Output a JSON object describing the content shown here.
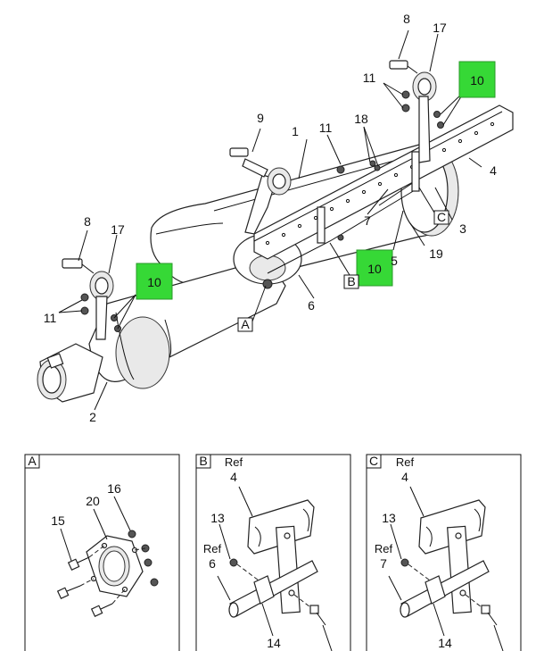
{
  "callouts": {
    "c1": "1",
    "c2": "2",
    "c3": "3",
    "c4": "4",
    "c5": "5",
    "c6": "6",
    "c7": "7",
    "c8a": "8",
    "c8b": "8",
    "c9": "9",
    "c10a": "10",
    "c10b": "10",
    "c10c": "10",
    "c11a": "11",
    "c11b": "11",
    "c11c": "11",
    "c17a": "17",
    "c17b": "17",
    "c18": "18",
    "c19": "19"
  },
  "view_labels": {
    "a": "A",
    "b": "B",
    "c": "C"
  },
  "detail_a": {
    "tag": "A",
    "c15": "15",
    "c16": "16",
    "c20": "20"
  },
  "detail_b": {
    "tag": "B",
    "ref4": "Ref",
    "c4": "4",
    "c13": "13",
    "ref6": "Ref",
    "c6": "6",
    "c14": "14"
  },
  "detail_c": {
    "tag": "C",
    "ref4": "Ref",
    "c4": "4",
    "c13": "13",
    "ref7": "Ref",
    "c7": "7",
    "c14": "14"
  },
  "colors": {
    "highlight": "#36d836",
    "line": "#111111"
  }
}
